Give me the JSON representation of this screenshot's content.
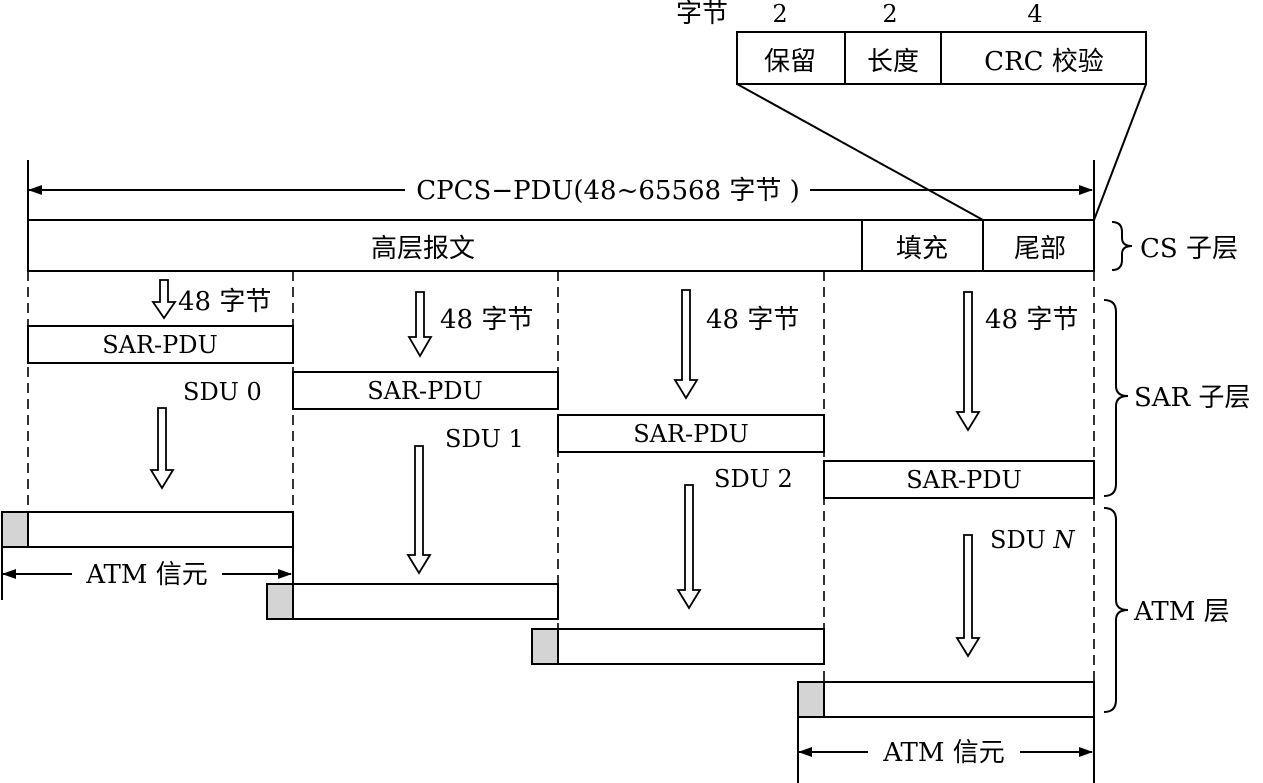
{
  "trailer": {
    "byte_label": "字节",
    "sizes": [
      "2",
      "2",
      "4"
    ],
    "fields": [
      "保留",
      "长度",
      "CRC 校验"
    ]
  },
  "cpcs_pdu_label": "CPCS−PDU(48~65568 字节 )",
  "cs_row": {
    "message": "高层报文",
    "padding": "填充",
    "trailer": "尾部"
  },
  "layers": {
    "cs": "CS 子层",
    "sar": "SAR 子层",
    "atm": "ATM 层"
  },
  "segment_label": "48 字节",
  "sar_pdu_label": "SAR-PDU",
  "sdu_labels": [
    "SDU 0",
    "SDU 1",
    "SDU 2"
  ],
  "sdu_n": {
    "prefix": "SDU ",
    "italic": "N"
  },
  "atm_cell_label": "ATM 信元"
}
